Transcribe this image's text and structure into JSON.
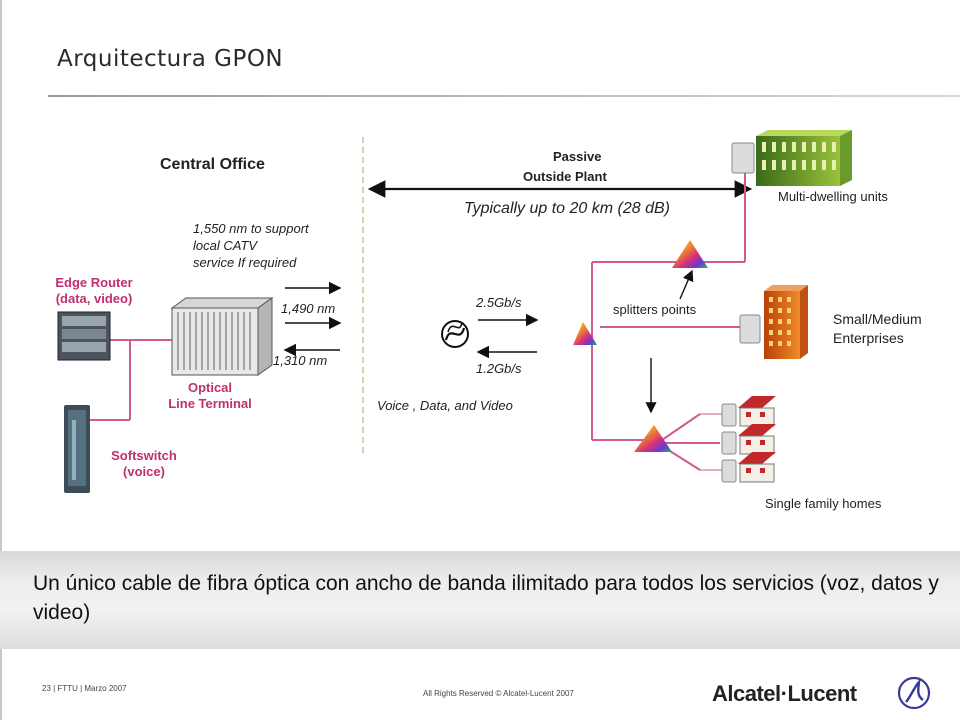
{
  "slide": {
    "title": "Arquitectura GPON",
    "banner_text": "Un único cable de fibra óptica con ancho de banda ilimitado para todos los servicios (voz, datos y video)",
    "footer_left": "23 | FTTU | Marzo 2007",
    "footer_center": "All Rights Reserved © Alcatel-Lucent 2007",
    "brand": "Alcatel·Lucent"
  },
  "diagram": {
    "central_office": "Central Office",
    "passive_line1": "Passive",
    "passive_line2": "Outside Plant",
    "distance": "Typically up to 20 km (28 dB)",
    "catv_line1": "1,550 nm to support",
    "catv_line2": "local CATV",
    "catv_line3": "service If required",
    "wl_1490": "1,490 nm",
    "wl_1310": "1,310 nm",
    "edge_router_line1": "Edge Router",
    "edge_router_line2": "(data, video)",
    "olt_line1": "Optical",
    "olt_line2": "Line Terminal",
    "softswitch_line1": "Softswitch",
    "softswitch_line2": "(voice)",
    "downstream_rate": "2.5Gb/s",
    "upstream_rate": "1.2Gb/s",
    "services": "Voice , Data, and Video",
    "splitters": "splitters points",
    "mdu": "Multi-dwelling units",
    "sme_line1": "Small/Medium",
    "sme_line2": "Enterprises",
    "homes": "Single family homes"
  },
  "colors": {
    "accent_magenta": "#c0306e",
    "fiber_orange": "#e8703a",
    "link_pink": "#d05a92"
  }
}
